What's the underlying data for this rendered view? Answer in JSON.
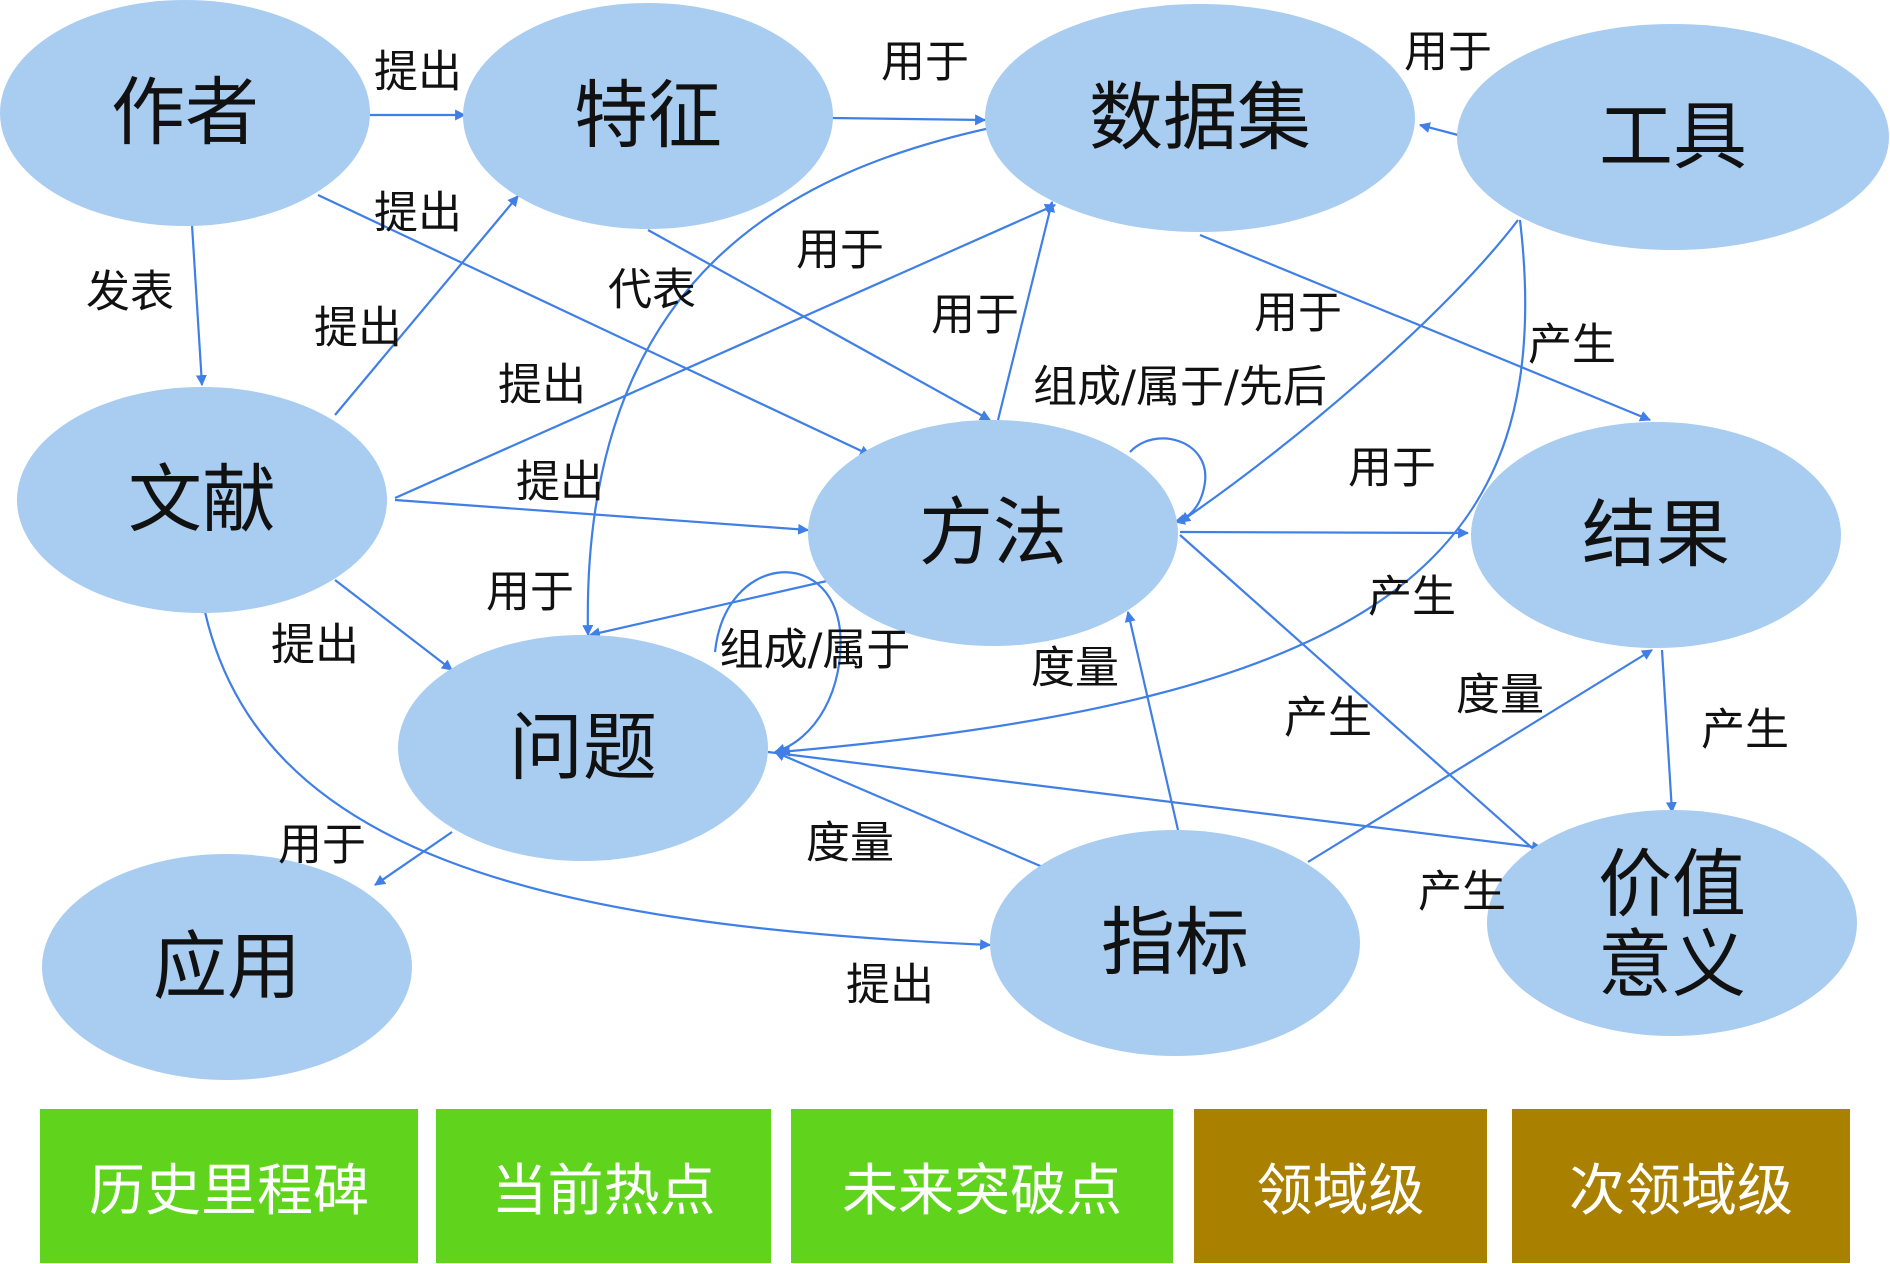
{
  "colors": {
    "node_fill": "#a9ccf1",
    "edge": "#3f7fe6",
    "legend_green": "#60d41d",
    "legend_brown": "#a98000"
  },
  "nodes": {
    "author": "作者",
    "feature": "特征",
    "dataset": "数据集",
    "tool": "工具",
    "literature": "文献",
    "method": "方法",
    "result": "结果",
    "problem": "问题",
    "application": "应用",
    "metric": "指标",
    "value_line1": "价值",
    "value_line2": "意义"
  },
  "edges": [
    {
      "from": "作者",
      "to": "特征",
      "label": "提出"
    },
    {
      "from": "作者",
      "to": "文献",
      "label": "发表"
    },
    {
      "from": "作者",
      "to": "方法",
      "label": "提出"
    },
    {
      "from": "特征",
      "to": "数据集",
      "label": "用于"
    },
    {
      "from": "特征",
      "to": "方法",
      "label": "代表"
    },
    {
      "from": "工具",
      "to": "数据集",
      "label": "用于"
    },
    {
      "from": "工具",
      "to": "方法",
      "label": "用于"
    },
    {
      "from": "工具",
      "to": "问题",
      "label": "用于"
    },
    {
      "from": "文献",
      "to": "特征",
      "label": "提出"
    },
    {
      "from": "文献",
      "to": "数据集",
      "label": "提出"
    },
    {
      "from": "文献",
      "to": "方法",
      "label": "提出"
    },
    {
      "from": "文献",
      "to": "问题",
      "label": "提出"
    },
    {
      "from": "文献",
      "to": "指标",
      "label": "提出"
    },
    {
      "from": "方法",
      "to": "数据集",
      "label": "用于"
    },
    {
      "from": "数据集",
      "to": "问题",
      "label": "用于"
    },
    {
      "from": "方法",
      "to": "问题",
      "label": "用于"
    },
    {
      "from": "方法",
      "to": "方法",
      "label": "组成/属于/先后"
    },
    {
      "from": "方法",
      "to": "结果",
      "label": "产生"
    },
    {
      "from": "数据集",
      "to": "结果",
      "label": "产生"
    },
    {
      "from": "方法",
      "to": "价值意义",
      "label": "产生"
    },
    {
      "from": "问题",
      "to": "问题",
      "label": "组成/属于"
    },
    {
      "from": "问题",
      "to": "应用",
      "label": "用于"
    },
    {
      "from": "问题",
      "to": "价值意义",
      "label": "产生"
    },
    {
      "from": "指标",
      "to": "方法",
      "label": "度量"
    },
    {
      "from": "指标",
      "to": "问题",
      "label": "度量"
    },
    {
      "from": "指标",
      "to": "结果",
      "label": "度量"
    },
    {
      "from": "结果",
      "to": "价值意义",
      "label": "产生"
    }
  ],
  "legend": [
    {
      "label": "历史里程碑",
      "color": "#60d41d"
    },
    {
      "label": "当前热点",
      "color": "#60d41d"
    },
    {
      "label": "未来突破点",
      "color": "#60d41d"
    },
    {
      "label": "领域级",
      "color": "#a98000"
    },
    {
      "label": "次领域级",
      "color": "#a98000"
    }
  ]
}
